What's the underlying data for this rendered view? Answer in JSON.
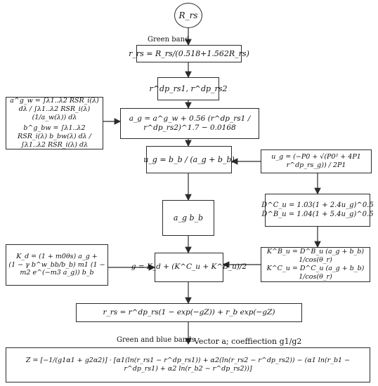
{
  "nodes": {
    "rrs_input": "R_rs",
    "green_eq": "r_rs = R_rs/(0.518+1.562R_rs)",
    "rdp_pair": "r^dp_rs1, r^dp_rs2",
    "ag_eq": "a_g = a^g_w + 0.56 (r^dp_rs1 / r^dp_rs2)^1.7 − 0.0168",
    "aw_eq": "a^g_w = ∫λ1..λ2 RSR_i(λ) dλ / ∫λ1..λ2 RSR_i(λ)(1/a_w(λ)) dλ",
    "bbw_eq": "b^g_bw = ∫λ1..λ2 RSR_i(λ) b_bw(λ) dλ / ∫λ1..λ2 RSR_i(λ) dλ",
    "ug_eq": "u_g = b_b / (a_g + b_b)",
    "ug_right_eq": "u_g = (−P0 + √(P0² + 4P1 r^dp_rs_g)) / 2P1",
    "abbb": "a_g b_b",
    "Dcu_eq": "D^C_u = 1.03(1 + 2.4u_g)^0.5",
    "DBu_eq": "D^B_u = 1.04(1 + 5.4u_g)^0.5",
    "Kd_line1": "K_d = (1 + m0θs) a_g +",
    "Kd_line2": "(1 − γ b^w_bb/b_b) m1 (1 − m2 e^(−m3 a_g)) b_b",
    "g_eq": "g = K_d + (K^C_u + K^B_u)/2",
    "KBu_eq": "K^B_u = D^B_u (a_g + b_b) 1/cos(θ_r)",
    "KCu_eq": "K^C_u = D^C_u (a_g + b_b) 1/cos(θ_r)",
    "rrs_model": "r_rs = r^dp_rs(1 − exp(−gZ)) + r_b exp(−gZ)",
    "z_eq": "Z = [−1/(g1α1 + g2α2)] · [α1(ln(r_rs1 − r^dp_rs1)) + α2(ln(r_rs2 − r^dp_rs2)) − (α1 ln(r_b1 − r^dp_rs1) + α2 ln(r_b2 − r^dp_rs2))]"
  },
  "labels": {
    "green_band": "Green band",
    "green_blue_bands": "Green and blue bands",
    "vector_note": "Vector a; coeffiection g1/g2"
  }
}
